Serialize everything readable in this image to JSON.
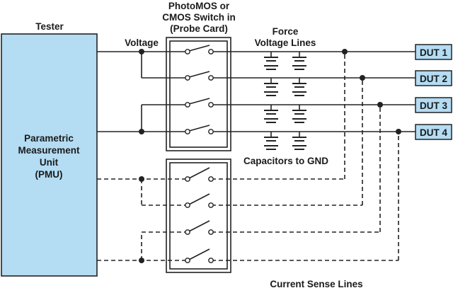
{
  "labels": {
    "tester": "Tester",
    "pmu_line1": "Parametric",
    "pmu_line2": "Measurement",
    "pmu_line3": "Unit",
    "pmu_line4": "(PMU)",
    "voltage": "Voltage",
    "switch_line1": "PhotoMOS or",
    "switch_line2": "CMOS Switch in",
    "switch_line3": "(Probe Card)",
    "force_line1": "Force",
    "force_line2": "Voltage Lines",
    "capacitors": "Capacitors to GND",
    "current_sense": "Current Sense Lines"
  },
  "duts": [
    "DUT 1",
    "DUT 2",
    "DUT 3",
    "DUT 4"
  ],
  "colors": {
    "pmu_fill": "#b4dcf3",
    "dut_fill": "#b4dcf3",
    "line": "#222222"
  }
}
